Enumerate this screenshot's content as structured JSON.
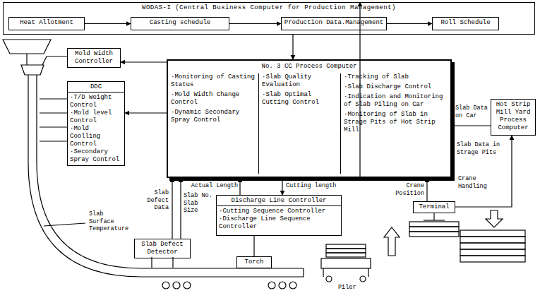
{
  "diagram": {
    "nodes": [
      {
        "text": [
          "WODAS-I (Central Business Computer for Production Management)"
        ]
      },
      {
        "text": [
          "Heat Allotment"
        ],
        "in": 0
      },
      {
        "text": [
          "Casting schedule"
        ],
        "in": 0
      },
      {
        "text": [
          "Production Data.Management"
        ],
        "in": 0
      },
      {
        "text": [
          "Roll Schedule"
        ],
        "in": 0
      },
      {
        "text": [
          "No. 3 CC Process Computer",
          "·Monitoring of Casting Status",
          "·Mold Width Change Control",
          "·Dynamic Secondary Spray Control",
          "·Slab Quality Evaluation",
          "·Slab Optimal Cutting Control",
          "·Tracking of Slab",
          "·Slab Discharge Control",
          "·Indication and Monitoring of Slab Piling on Car",
          "·Monitoring of Slab in Strage Pits of Hot Strip Mill"
        ]
      },
      {
        "text": [
          "Mold Width Controller"
        ]
      },
      {
        "text": [
          "DDC",
          "·T/D Weight Control",
          "·Mold level Control",
          "·Mold Coolling Control",
          "·Secondary Spray Control"
        ]
      },
      {
        "text": [
          "Discharge Line Controller",
          "·Cutting Sequence Controller",
          "·Discharge Line Sequence Controller"
        ]
      },
      {
        "text": [
          "Slab Defect Detector"
        ]
      },
      {
        "text": [
          "Terminal"
        ]
      },
      {
        "text": [
          "Hot Strip Mill Yard Process Computer"
        ]
      },
      {
        "text": [
          "Torch"
        ]
      }
    ],
    "edges": [
      {
        "from": 1,
        "to": 2,
        "arrow": "to"
      },
      {
        "from": 2,
        "to": 3,
        "arrow": "to"
      },
      {
        "from": 3,
        "to": 4,
        "arrow": "to"
      },
      {
        "from": 0,
        "to": 5,
        "arrow": "to"
      },
      {
        "from": 5,
        "to": 0,
        "arrow": "to"
      },
      {
        "from": 5,
        "to": 6,
        "arrow": "to"
      },
      {
        "from": 5,
        "to": 7,
        "arrow": "to"
      },
      {
        "from": 8,
        "to": 5,
        "label": "Actual Length",
        "arrow": "to"
      },
      {
        "from": 5,
        "to": 8,
        "label": "Cutting length",
        "arrow": "to"
      },
      {
        "from": 9,
        "to": 5,
        "label": "Slab Defect Data",
        "arrow": "to"
      },
      {
        "from": 9,
        "to": 5,
        "label": "Slab No. Slab Size",
        "arrow": "to"
      },
      {
        "from": 10,
        "to": 5,
        "label": "Crane Position",
        "arrow": "to"
      },
      {
        "from": 5,
        "to": 11,
        "label": "Slab Data on Car",
        "arrow": "none"
      },
      {
        "from": 10,
        "to": 11,
        "label": "Slab Data in Strage Pits",
        "arrow": "to"
      },
      {
        "from": 8,
        "to": 12,
        "arrow": "none"
      }
    ],
    "labels": [
      "Slab Surface Temperature",
      "Piler",
      "Crane Handling"
    ]
  }
}
